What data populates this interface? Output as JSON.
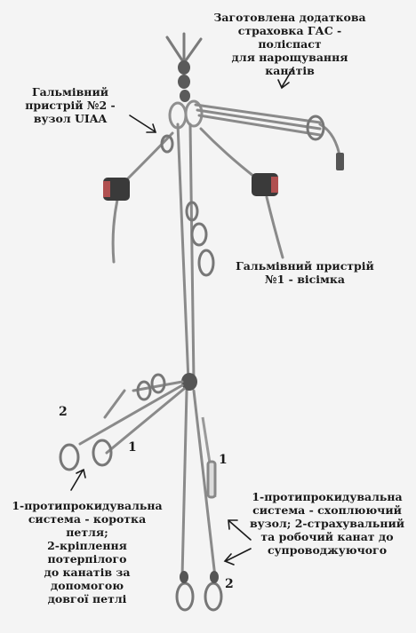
{
  "labels": {
    "backup_belay": "Заготовлена додаткова\nстраховка ГАС - поліспаст\nдля нарощування канатів",
    "brake_device_2": "Гальмівний\nпристрій №2 -\nвузол UIAA",
    "brake_device_1": "Гальмівний пристрій\n№1 - вісімка",
    "left_system": "1-протипрокидувальна\nсистема - коротка петля;\n2-кріплення потерпілого\nдо канатів за допомогою\nдовгої петлі",
    "right_system": "1-протипрокидувальна\nсистема - схоплюючий\nвузол; 2-страхувальний\nта робочий канат до\nсупроводжуючого"
  },
  "numbers": {
    "left_2": "2",
    "left_1": "1",
    "right_1": "1",
    "right_2": "2"
  },
  "colors": {
    "rope": "#8a8a8a",
    "rope_dark": "#6a6a6a",
    "metal": "#9a9a9a",
    "knot": "#555555",
    "glove": "#3a3a3a",
    "sleeve": "#b05050",
    "text": "#1a1a1a"
  }
}
